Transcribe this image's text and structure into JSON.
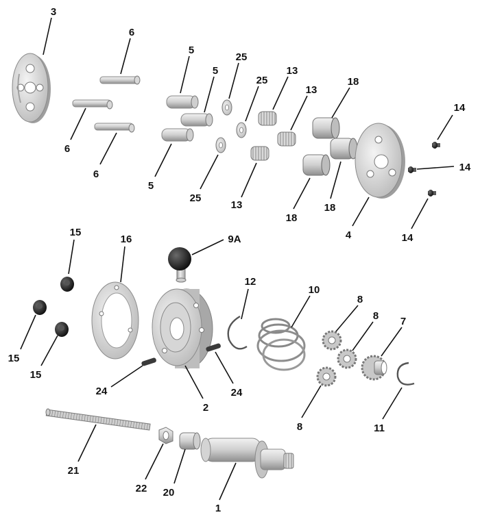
{
  "callouts": {
    "c1": "1",
    "c2": "2",
    "c3": "3",
    "c4": "4",
    "c5a": "5",
    "c5b": "5",
    "c5c": "5",
    "c6a": "6",
    "c6b": "6",
    "c6c": "6",
    "c7": "7",
    "c8a": "8",
    "c8b": "8",
    "c8c": "8",
    "c9a": "9A",
    "c10": "10",
    "c11": "11",
    "c12": "12",
    "c13a": "13",
    "c13b": "13",
    "c13c": "13",
    "c14a": "14",
    "c14b": "14",
    "c14c": "14",
    "c15a": "15",
    "c15b": "15",
    "c15c": "15",
    "c16": "16",
    "c18a": "18",
    "c18b": "18",
    "c18c": "18",
    "c20": "20",
    "c21": "21",
    "c22": "22",
    "c24a": "24",
    "c24b": "24",
    "c25a": "25",
    "c25b": "25",
    "c25c": "25"
  },
  "colors": {
    "metal_light": "#e4e4e4",
    "metal_mid": "#bdbdbd",
    "metal_dark": "#7a7a7a",
    "black_part": "#1c1c1c",
    "ink": "#111111"
  }
}
